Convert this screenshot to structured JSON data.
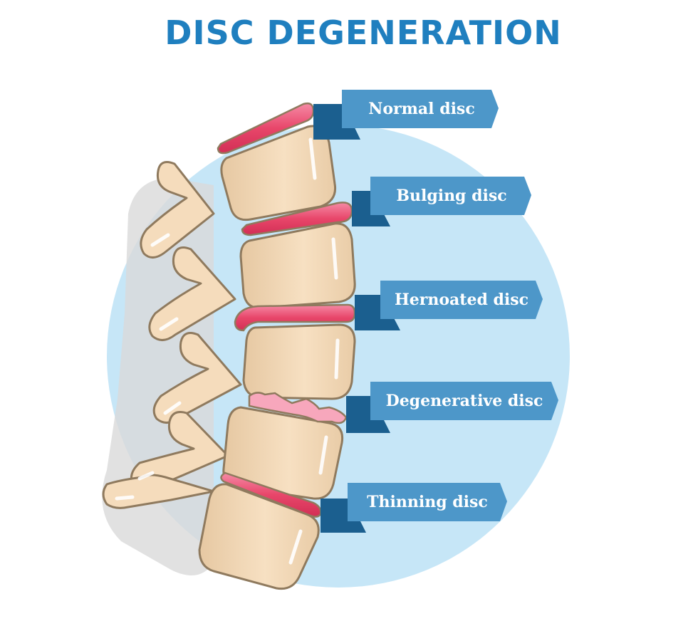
{
  "title": "DISC DEGENERATION",
  "labels": [
    {
      "id": "normal",
      "text": "Normal disc"
    },
    {
      "id": "bulging",
      "text": "Bulging disc"
    },
    {
      "id": "herniated",
      "text": "Hernoated disc"
    },
    {
      "id": "degenerative",
      "text": "Degenerative disc"
    },
    {
      "id": "thinning",
      "text": "Thinning disc"
    }
  ],
  "colors": {
    "title": "#1f7fbf",
    "banner": "#4d97c9",
    "banner_fold": "#1b5f8f",
    "background_circle": "#c6e6f7",
    "bone": "#f5dcbc",
    "bone_shade": "#e2c39c",
    "bone_outline": "#8f7a5e",
    "disc": "#e8466a",
    "disc_light": "#f7a7bc"
  }
}
